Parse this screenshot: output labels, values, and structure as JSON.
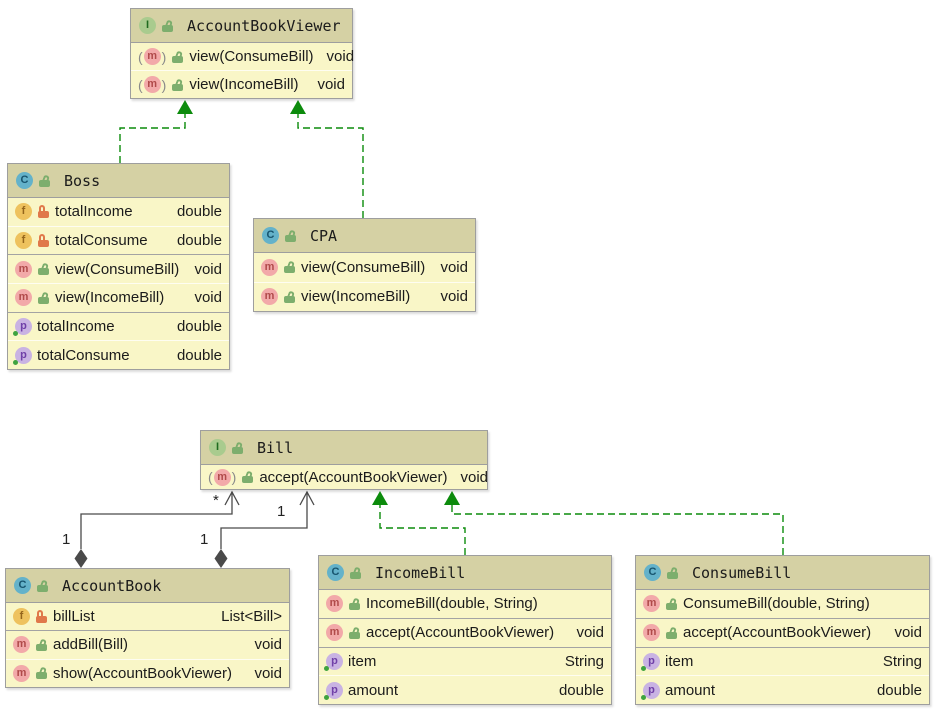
{
  "icons": {
    "interface_letter": "I",
    "class_letter": "C",
    "method_letter": "m",
    "field_letter": "f",
    "property_letter": "p"
  },
  "colors": {
    "header_bg": "#d5d1a4",
    "body_bg": "#f9f6c7",
    "implements_green": "#0c8b0c",
    "association_gray": "#4a4a4a"
  },
  "boxes": {
    "accountBookViewer": {
      "kind": "interface",
      "name": "AccountBookViewer",
      "methods": [
        {
          "label": "view(ConsumeBill)",
          "type": "void"
        },
        {
          "label": "view(IncomeBill)",
          "type": "void"
        }
      ]
    },
    "boss": {
      "kind": "class",
      "name": "Boss",
      "fields": [
        {
          "label": "totalIncome",
          "type": "double"
        },
        {
          "label": "totalConsume",
          "type": "double"
        }
      ],
      "methods": [
        {
          "label": "view(ConsumeBill)",
          "type": "void"
        },
        {
          "label": "view(IncomeBill)",
          "type": "void"
        }
      ],
      "properties": [
        {
          "label": "totalIncome",
          "type": "double"
        },
        {
          "label": "totalConsume",
          "type": "double"
        }
      ]
    },
    "cpa": {
      "kind": "class",
      "name": "CPA",
      "methods": [
        {
          "label": "view(ConsumeBill)",
          "type": "void"
        },
        {
          "label": "view(IncomeBill)",
          "type": "void"
        }
      ]
    },
    "bill": {
      "kind": "interface",
      "name": "Bill",
      "methods": [
        {
          "label": "accept(AccountBookViewer)",
          "type": "void"
        }
      ]
    },
    "accountBook": {
      "kind": "class",
      "name": "AccountBook",
      "fields": [
        {
          "label": "billList",
          "type": "List<Bill>"
        }
      ],
      "methods": [
        {
          "label": "addBill(Bill)",
          "type": "void"
        },
        {
          "label": "show(AccountBookViewer)",
          "type": "void"
        }
      ]
    },
    "incomeBill": {
      "kind": "class",
      "name": "IncomeBill",
      "constructors": [
        {
          "label": "IncomeBill(double, String)"
        }
      ],
      "methods": [
        {
          "label": "accept(AccountBookViewer)",
          "type": "void"
        }
      ],
      "properties": [
        {
          "label": "item",
          "type": "String"
        },
        {
          "label": "amount",
          "type": "double"
        }
      ]
    },
    "consumeBill": {
      "kind": "class",
      "name": "ConsumeBill",
      "constructors": [
        {
          "label": "ConsumeBill(double, String)"
        }
      ],
      "methods": [
        {
          "label": "accept(AccountBookViewer)",
          "type": "void"
        }
      ],
      "properties": [
        {
          "label": "item",
          "type": "String"
        },
        {
          "label": "amount",
          "type": "double"
        }
      ]
    }
  },
  "relations": {
    "billList_aggregation": {
      "diamond_label": "1",
      "arrow_label": "*"
    },
    "show_aggregation": {
      "diamond_label": "1",
      "arrow_label": "1"
    }
  }
}
